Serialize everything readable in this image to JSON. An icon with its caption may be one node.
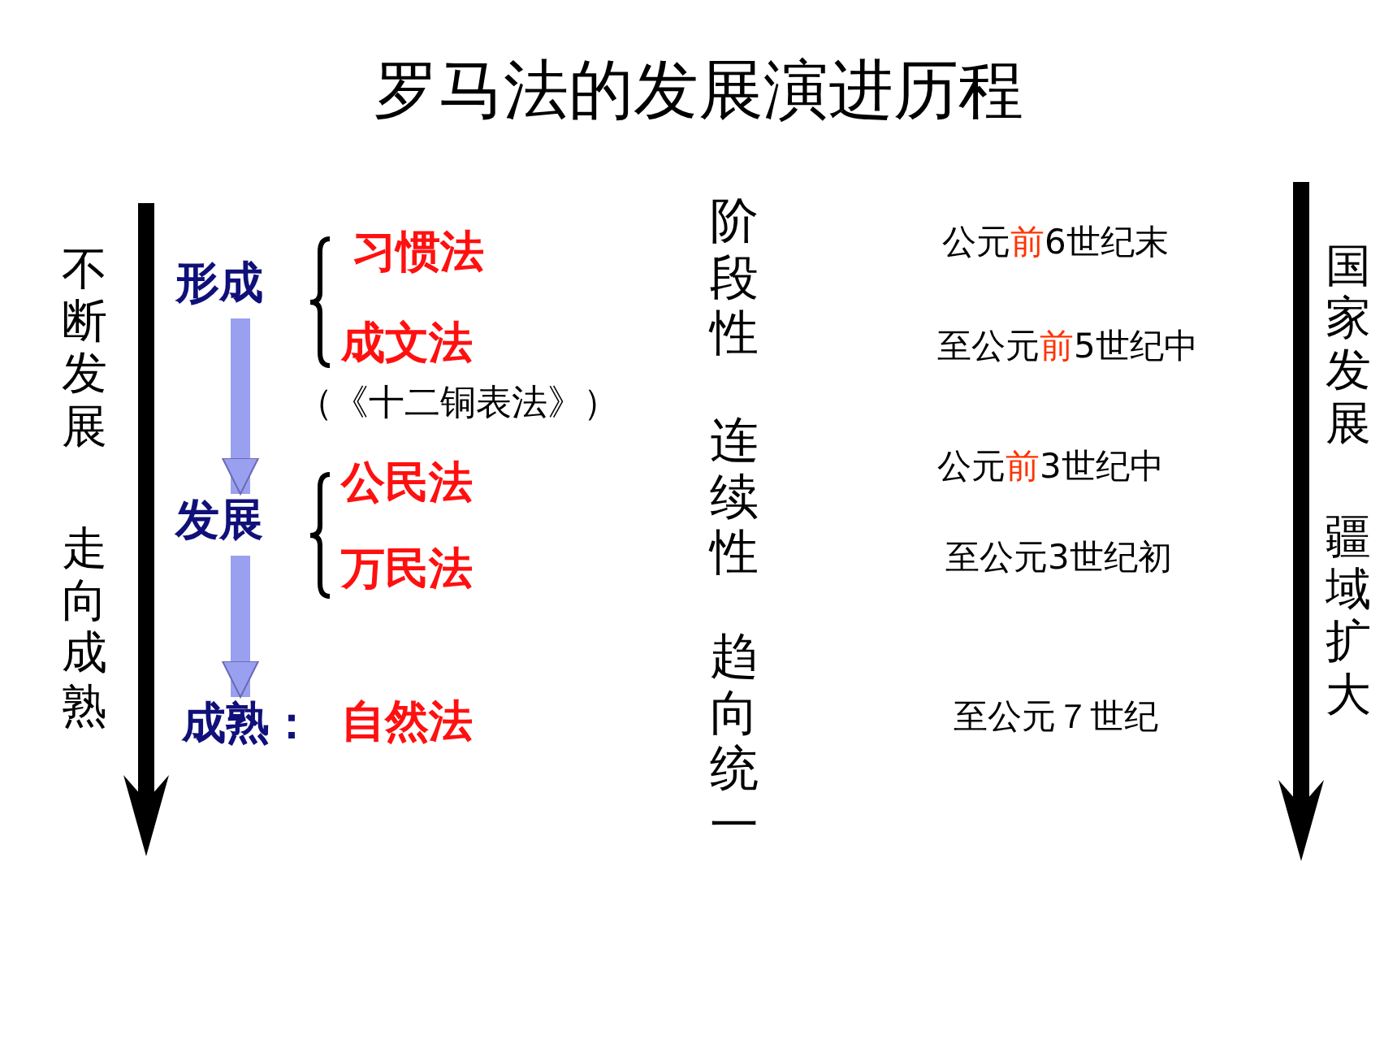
{
  "diagram": {
    "title": "罗马法的发展演进历程",
    "nodes": [
      {
        "text": [
          "形成"
        ]
      },
      {
        "text": [
          "发展"
        ]
      },
      {
        "text": [
          "成熟："
        ]
      }
    ],
    "edges": [
      {
        "from": 0,
        "to": 1,
        "arrow": "to"
      },
      {
        "from": 1,
        "to": 2,
        "arrow": "to"
      }
    ],
    "labels": [
      "不断发展",
      "走向成熟",
      "习惯法",
      "成文法",
      "（《十二铜表法》）",
      "公民法",
      "万民法",
      "自然法",
      "阶段性",
      "连续性",
      "趋向统一",
      "公元**前**6世纪末",
      "至公元**前**5世纪中",
      "公元**前**3世纪中",
      "至公元3世纪初",
      "至公元７世纪",
      "国家发展",
      "疆域扩大"
    ]
  }
}
